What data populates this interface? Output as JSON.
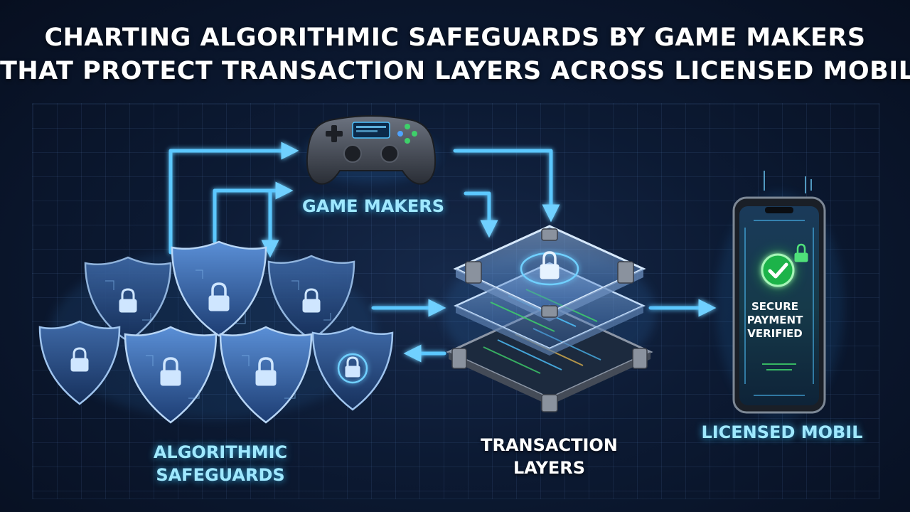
{
  "title": {
    "line1": "CHARTING ALGORITHMIC SAFEGUARDS BY GAME MAKERS",
    "line2": "THAT PROTECT TRANSACTION LAYERS ACROSS LICENSED MOBIL"
  },
  "nodes": {
    "game_makers": {
      "label": "GAME MAKERS"
    },
    "safeguards": {
      "label_line1": "ALGORITHMIC",
      "label_line2": "SAFEGUARDS"
    },
    "transaction": {
      "label_line1": "TRANSACTION",
      "label_line2": "LAYERS"
    },
    "mobile": {
      "label": "LICENSED MOBIL"
    }
  },
  "phone_screen": {
    "line1": "SECURE",
    "line2": "PAYMENT",
    "line3": "VERIFIED"
  },
  "colors": {
    "accent_cyan": "#4fc3ff",
    "label_cyan": "#9fe8ff",
    "check_green": "#2ecc40",
    "background": "#0c1a33"
  },
  "icons": [
    "game-controller-icon",
    "shield-lock-icon",
    "layer-stack-icon",
    "smartphone-icon",
    "checkmark-icon",
    "padlock-icon"
  ]
}
